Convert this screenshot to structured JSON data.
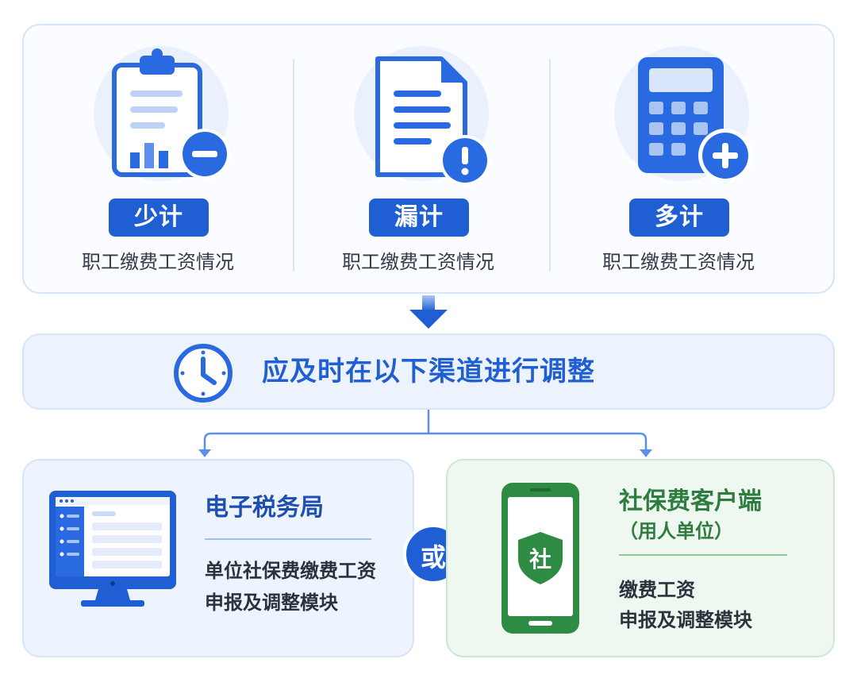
{
  "issues": [
    {
      "badge": "少计",
      "subtitle": "职工缴费工资情况",
      "icon": "clipboard-minus-icon"
    },
    {
      "badge": "漏计",
      "subtitle": "职工缴费工资情况",
      "icon": "document-alert-icon"
    },
    {
      "badge": "多计",
      "subtitle": "职工缴费工资情况",
      "icon": "calculator-plus-icon"
    }
  ],
  "adjust_banner": {
    "text": "应及时在以下渠道进行调整",
    "icon": "clock-icon"
  },
  "channels": {
    "etax": {
      "title": "电子税务局",
      "desc_line1": "单位社保费缴费工资",
      "desc_line2": "申报及调整模块",
      "icon": "monitor-icon"
    },
    "or_label": "或",
    "client": {
      "title": "社保费客户端",
      "subtitle": "（用人单位）",
      "desc_line1": "缴费工资",
      "desc_line2": "申报及调整模块",
      "icon": "phone-shield-icon",
      "shield_char": "社"
    }
  },
  "colors": {
    "primary_blue": "#1f5fd3",
    "light_blue": "#eaf1fd",
    "primary_green": "#2e8b43",
    "dark_green": "#1e6b2f"
  }
}
